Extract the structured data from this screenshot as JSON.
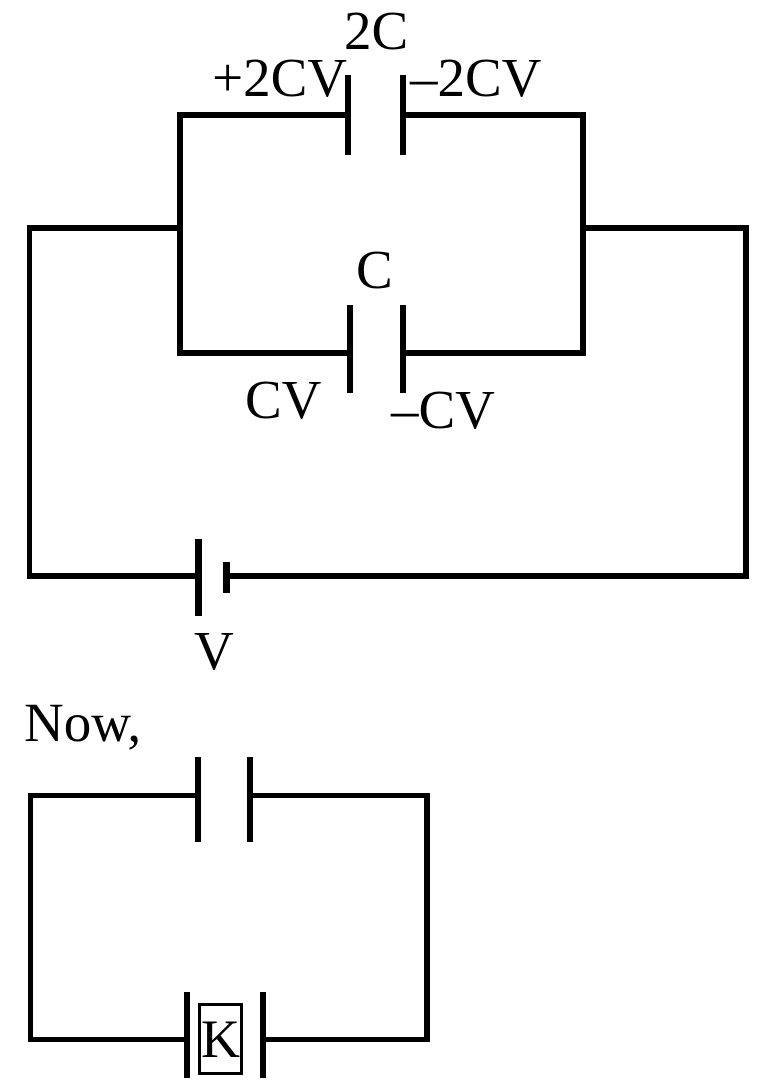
{
  "colors": {
    "line": "#000000",
    "background": "#ffffff"
  },
  "circuit1": {
    "top_capacitor": {
      "name": "2C",
      "left_charge": "+2CV",
      "right_charge": "–2CV"
    },
    "middle_capacitor": {
      "name": "C",
      "left_charge": "CV",
      "right_charge": "–CV"
    },
    "battery": {
      "name": "V"
    }
  },
  "transition": {
    "text": "Now,"
  },
  "circuit2": {
    "switch": {
      "name": "K"
    }
  }
}
